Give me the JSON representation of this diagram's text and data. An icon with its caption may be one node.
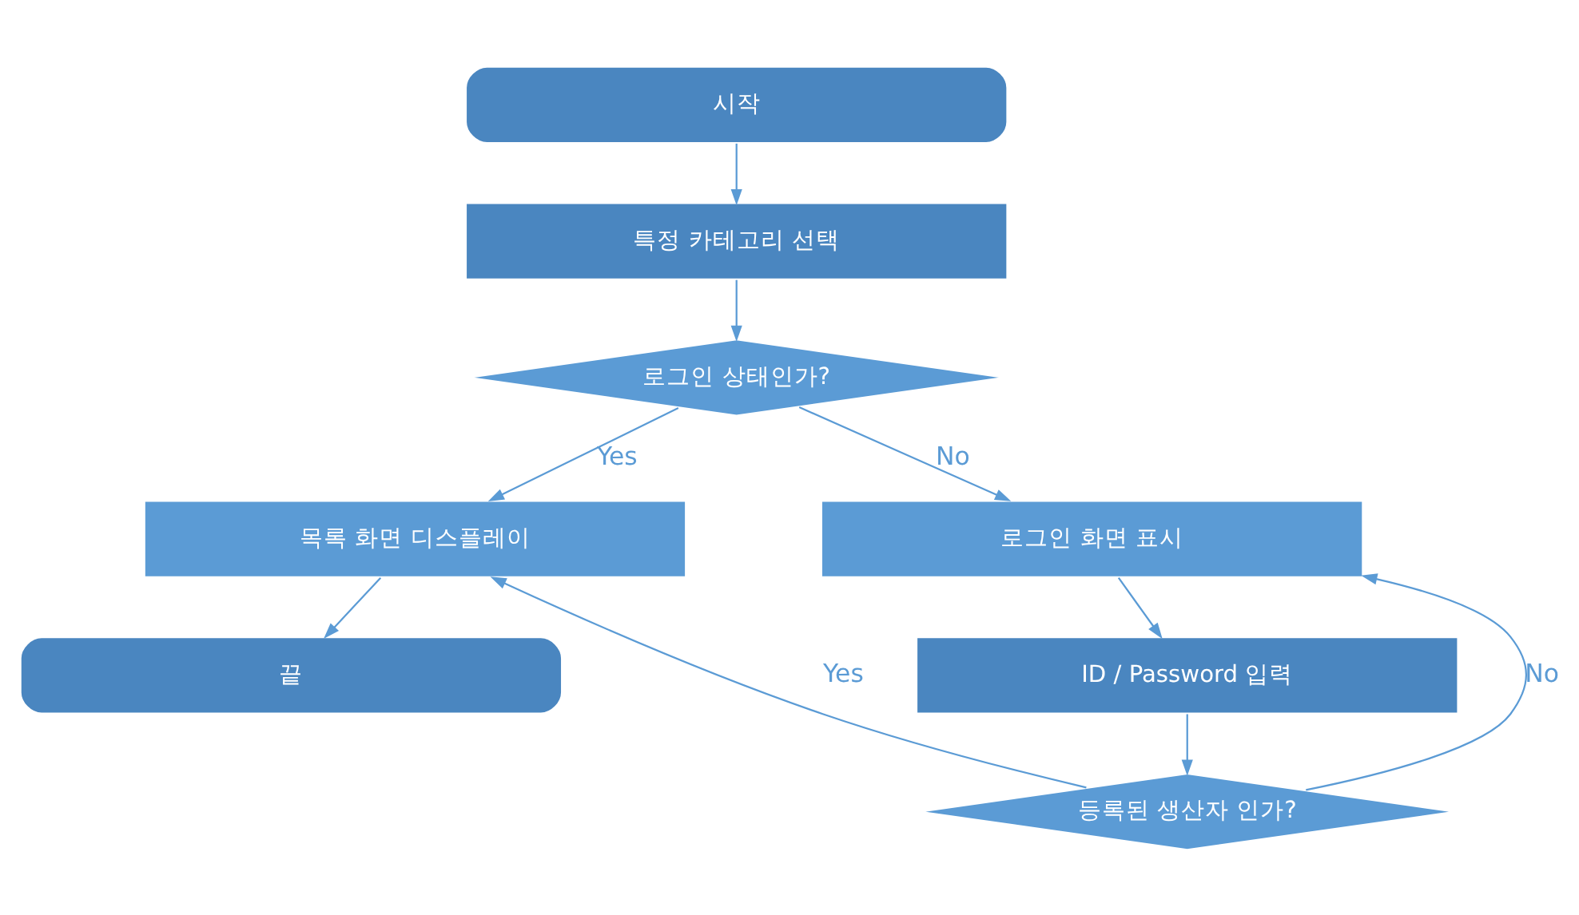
{
  "diagram": {
    "nodes": [
      {
        "text": [
          "시작"
        ]
      },
      {
        "text": [
          "특정 카테고리 선택"
        ]
      },
      {
        "text": [
          "로그인 상태인가?"
        ]
      },
      {
        "text": [
          "목록 화면 디스플레이"
        ]
      },
      {
        "text": [
          "끝"
        ]
      },
      {
        "text": [
          "로그인 화면 표시"
        ]
      },
      {
        "text": [
          "ID / Password 입력"
        ]
      },
      {
        "text": [
          "등록된 생산자 인가?"
        ]
      }
    ],
    "edges": [
      {
        "from": 0,
        "to": 1,
        "arrow": "to"
      },
      {
        "from": 1,
        "to": 2,
        "arrow": "to"
      },
      {
        "from": 2,
        "to": 3,
        "arrow": "to",
        "label": "Yes"
      },
      {
        "from": 3,
        "to": 4,
        "arrow": "to"
      },
      {
        "from": 2,
        "to": 5,
        "arrow": "to",
        "label": "No"
      },
      {
        "from": 5,
        "to": 6,
        "arrow": "to"
      },
      {
        "from": 6,
        "to": 7,
        "arrow": "to"
      },
      {
        "from": 7,
        "to": 3,
        "arrow": "to",
        "label": "Yes"
      },
      {
        "from": 7,
        "to": 5,
        "arrow": "to",
        "label": "No"
      }
    ]
  }
}
